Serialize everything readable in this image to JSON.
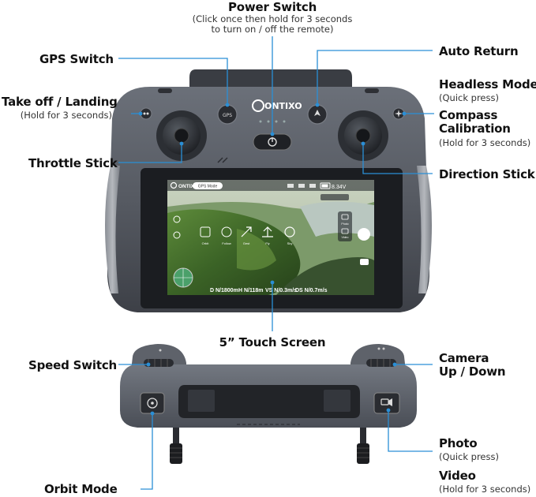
{
  "labels": {
    "power_switch": "Power Switch",
    "power_switch_note_1": "(Click once then hold for 3 seconds",
    "power_switch_note_2": "to turn on / off the remote)",
    "gps_switch": "GPS Switch",
    "auto_return": "Auto Return",
    "takeoff_landing": "Take off / Landing",
    "takeoff_landing_note": "(Hold for 3 seconds)",
    "headless_mode": "Headless Mode",
    "headless_mode_note": "(Quick press)",
    "compass_calibration_1": "Compass",
    "compass_calibration_2": "Calibration",
    "compass_calibration_note": "(Hold for 3 seconds)",
    "throttle_stick": "Throttle Stick",
    "direction_stick": "Direction Stick",
    "touch_screen": "5” Touch Screen",
    "speed_switch": "Speed Switch",
    "camera_updown_1": "Camera",
    "camera_updown_2": "Up / Down",
    "photo": "Photo",
    "photo_note": "(Quick press)",
    "video": "Video",
    "video_note": "(Hold for 3 seconds)",
    "orbit_mode": "Orbit Mode"
  },
  "remote": {
    "brand": "ONTIXO"
  },
  "screen": {
    "brand": "ONTIXO",
    "mode_pill": "GPS Mode",
    "battery": "8.34V",
    "mode_icons": [
      "Orbit",
      "Follow",
      "Gest",
      "Fly",
      "Sky"
    ],
    "side_photo": "Photo",
    "side_video": "Video",
    "telemetry": [
      "D N/1800m",
      "H N/118m",
      "VS N/0.3m/s",
      "DS N/0.7m/s"
    ]
  },
  "colors": {
    "body": "#5c6069",
    "body_dark": "#3c4048",
    "screen_sky": "#c8d6c4",
    "forest": "#3f6a2a",
    "leader_line": "#2a8fd6"
  }
}
